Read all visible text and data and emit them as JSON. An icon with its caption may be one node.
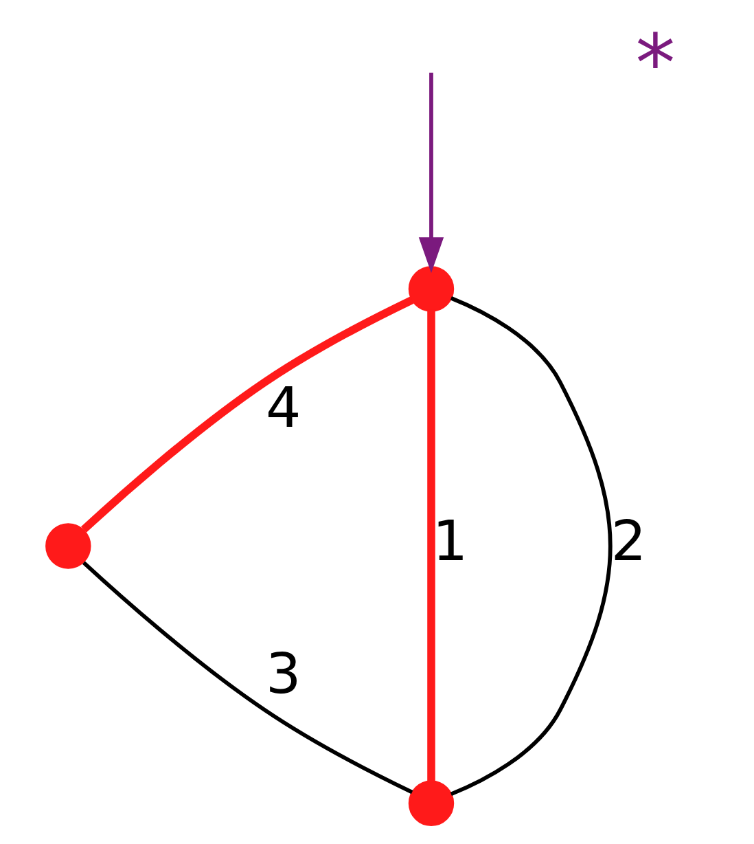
{
  "diagram": {
    "nodes": [
      {
        "text": [],
        "shape": "circle"
      },
      {
        "text": [],
        "shape": "circle"
      },
      {
        "text": [],
        "shape": "circle"
      }
    ],
    "edges": [
      {
        "from": null,
        "to": 0,
        "arrow": "to",
        "color": "#7b1a7e"
      },
      {
        "from": 0,
        "to": 2,
        "arrow": "none",
        "label": "1",
        "color": "#ff1a1a",
        "style": "thick"
      },
      {
        "from": 0,
        "to": 2,
        "arrow": "none",
        "label": "2",
        "color": "#000000"
      },
      {
        "from": 1,
        "to": 2,
        "arrow": "none",
        "label": "3",
        "color": "#000000"
      },
      {
        "from": 0,
        "to": 1,
        "arrow": "none",
        "label": "4",
        "color": "#ff1a1a",
        "style": "thick"
      }
    ],
    "labels": [
      "*"
    ]
  }
}
